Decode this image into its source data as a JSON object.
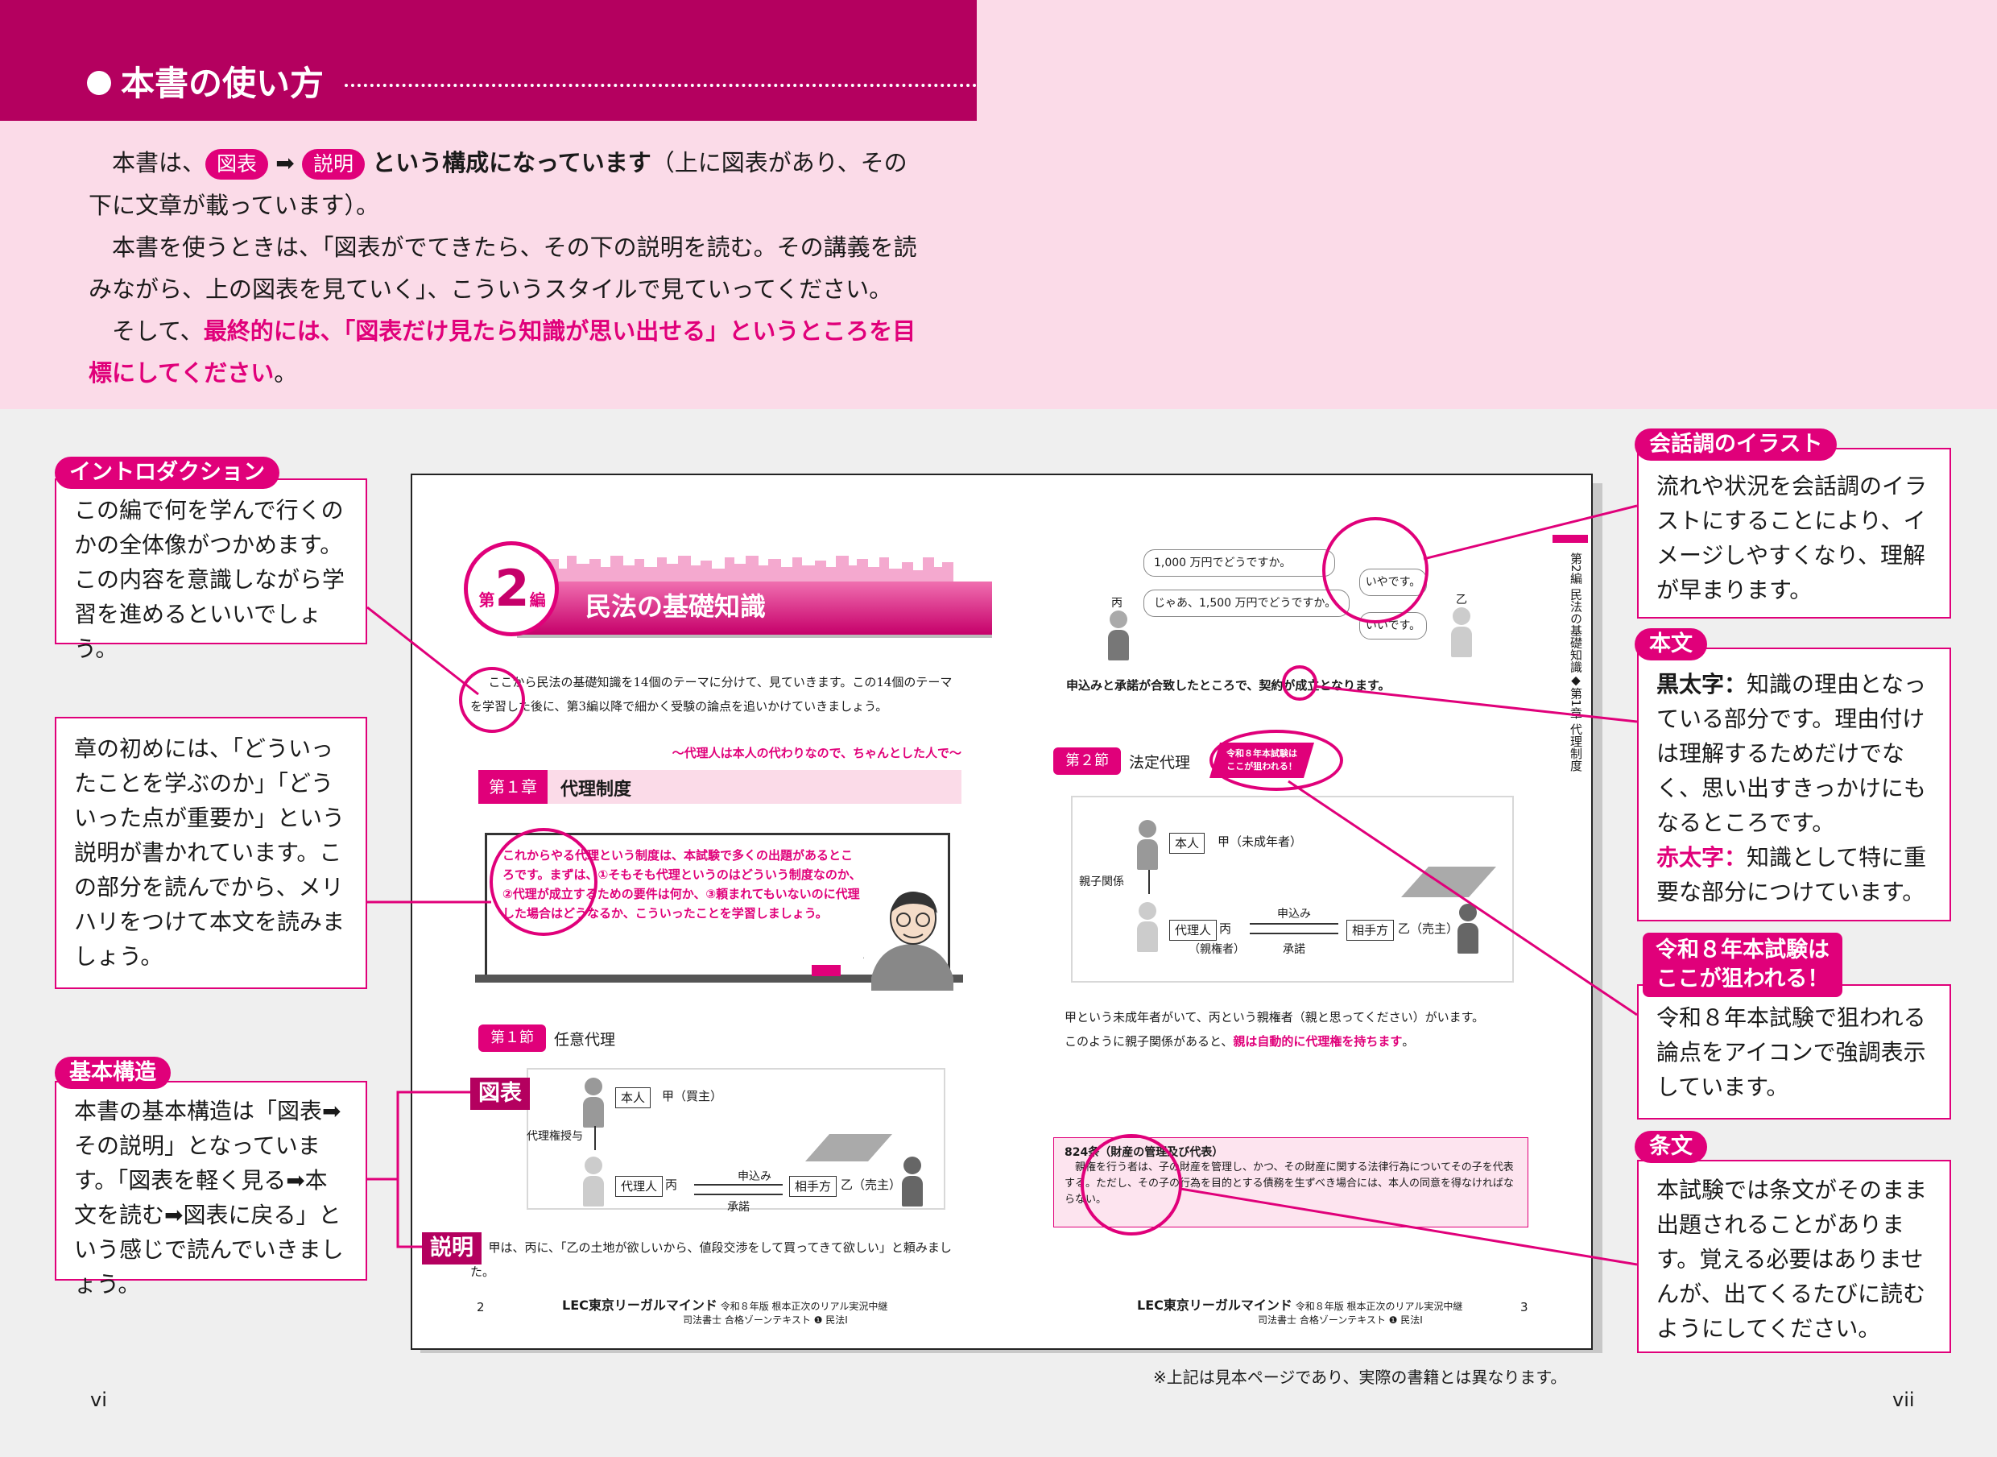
{
  "header": {
    "title": "本書の使い方"
  },
  "intro": {
    "p1_a": "本書は、",
    "p1_pill1": "図表",
    "p1_arrow": "➡",
    "p1_pill2": "説明",
    "p1_bold": "という構成になっています",
    "p1_rest": "（上に図表があり、その下に文章が載っています）。",
    "p2": "本書を使うときは、「図表がでてきたら、その下の説明を読む。その講義を読みながら、上の図表を見ていく」、こういうスタイルで見ていってください。",
    "p3_a": "そして、",
    "p3_red": "最終的には、「図表だけ見たら知識が思い出せる」というところを目標にしてください",
    "p3_end": "。"
  },
  "callouts": {
    "introduction": {
      "label": "イントロダクション",
      "text": "この編で何を学んで行くのかの全体像がつかめます。この内容を意識しながら学習を進めるといいでしょう。"
    },
    "chapter": {
      "text": "章の初めには、「どういったことを学ぶのか」「どういった点が重要か」という説明が書かれています。この部分を読んでから、メリハリをつけて本文を読みましょう。"
    },
    "structure": {
      "label": "基本構造",
      "text": "本書の基本構造は「図表➡その説明」となっています。「図表を軽く見る➡本文を読む➡図表に戻る」という感じで読んでいきましょう。",
      "tag_chart": "図表",
      "tag_expl": "説明"
    },
    "illust": {
      "label": "会話調のイラスト",
      "text": "流れや状況を会話調のイラストにすることにより、イメージしやすくなり、理解が早まります。"
    },
    "honbun": {
      "label": "本文",
      "black_label": "黒太字：",
      "black_text": "知識の理由となっている部分です。理由付けは理解するためだけでなく、思い出すきっかけにもなるところです。",
      "red_label": "赤太字：",
      "red_text": "知識として特に重要な部分につけています。"
    },
    "exam": {
      "label_line1": "令和８年本試験は",
      "label_line2": "ここが狙われる！",
      "text": "令和８年本試験で狙われる論点をアイコンで強調表示しています。"
    },
    "article": {
      "label": "条文",
      "text": "本試験では条文がそのまま出題されることがあります。覚える必要はありませんが、出てくるたびに読むようにしてください。"
    }
  },
  "sample": {
    "hen_dai": "第",
    "hen_num": "2",
    "hen_hen": "編",
    "hen_title": "民法の基礎知識",
    "hen_intro": "ここから民法の基礎知識を14個のテーマに分けて、見ていきます。この14個のテーマを学習した後に、第3編以降で細かく受験の論点を追いかけていきましょう。",
    "subtitle": "〜代理人は本人の代わりなので、ちゃんとした人で〜",
    "chapter_label": "第１章",
    "chapter_title": "代理制度",
    "board_text": "これからやる代理という制度は、本試験で多くの出題があるところです。まずは、①そもそも代理というのはどういう制度なのか、②代理が成立するための要件は何か、③頼まれてもいないのに代理した場合はどうなるか、こういったことを学習しましょう。",
    "sec1_label": "第１節",
    "sec1_title": "任意代理",
    "d1": {
      "principal": "本人",
      "principal_name": "甲（買主）",
      "grant": "代理権授与",
      "agent": "代理人",
      "agent_name": "丙",
      "offer": "申込み",
      "accept": "承諾",
      "counter": "相手方",
      "counter_name": "乙（売主）"
    },
    "sec1_text": "甲は、丙に、「乙の土地が欲しいから、値段交渉をして買ってきて欲しい」と頼みました。",
    "left_pageno": "2",
    "bubble1": "1,000 万円でどうですか。",
    "bubble2": "じゃあ、1,500 万円でどうですか。",
    "reply1": "いやです。",
    "reply2": "いいです。",
    "hei": "丙",
    "otsu": "乙",
    "agree_text": "申込みと承諾が合致したところで、契約が成立となります。",
    "sec2_label": "第２節",
    "sec2_title": "法定代理",
    "exam_icon_1": "令和８年本試験は",
    "exam_icon_2": "ここが狙われる！",
    "d2": {
      "principal": "本人",
      "principal_name": "甲（未成年者）",
      "relation": "親子関係",
      "agent": "代理人",
      "agent_name": "丙",
      "agent_sub": "（親権者）",
      "offer": "申込み",
      "accept": "承諾",
      "counter": "相手方",
      "counter_name": "乙（売主）"
    },
    "sec2_text1": "甲という未成年者がいて、丙という親権者（親と思ってください）がいます。",
    "sec2_text2a": "このように親子関係があると、",
    "sec2_text2b": "親は自動的に代理権を持ちます",
    "sec2_text2c": "。",
    "article_title": "824条（財産の管理及び代表）",
    "article_text": "親権を行う者は、子の財産を管理し、かつ、その財産に関する法律行為についてその子を代表する。ただし、その子の行為を目的とする債務を生ずべき場合には、本人の同意を得なければならない。",
    "right_pageno": "3",
    "side_tab": "第2編 民法の基礎知識◆第1章 代理制度",
    "footer_logo": "LEC東京リーガルマインド",
    "footer_l1": "令和８年版 根本正次のリアル実況中継",
    "footer_l2": "司法書士 合格ゾーンテキスト ❶ 民法Ⅰ"
  },
  "note": "※上記は見本ページであり、実際の書籍とは異なります。",
  "page_numbers": {
    "left": "vi",
    "right": "vii"
  },
  "colors": {
    "accent": "#e0007a",
    "header": "#b4005f",
    "band": "#fbdbe8",
    "background": "#efefef"
  }
}
